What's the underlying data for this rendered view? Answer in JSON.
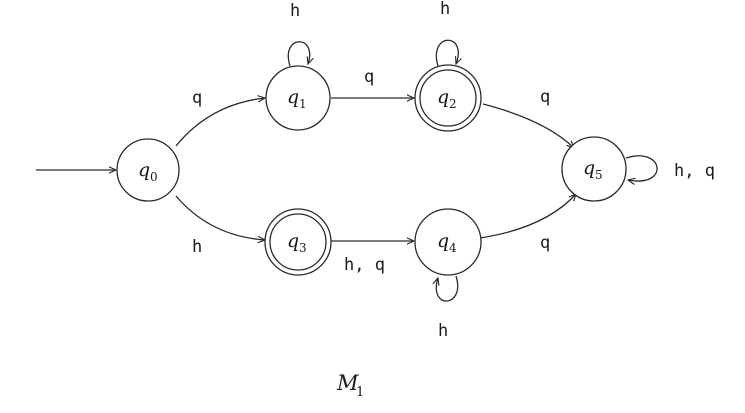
{
  "states": [
    {
      "id": "q0",
      "letter": "q",
      "sub": "0",
      "accepting": false,
      "initial": true
    },
    {
      "id": "q1",
      "letter": "q",
      "sub": "1",
      "accepting": false,
      "initial": false
    },
    {
      "id": "q2",
      "letter": "q",
      "sub": "2",
      "accepting": true,
      "initial": false
    },
    {
      "id": "q3",
      "letter": "q",
      "sub": "3",
      "accepting": true,
      "initial": false
    },
    {
      "id": "q4",
      "letter": "q",
      "sub": "4",
      "accepting": false,
      "initial": false
    },
    {
      "id": "q5",
      "letter": "q",
      "sub": "5",
      "accepting": false,
      "initial": false
    }
  ],
  "transitions": [
    {
      "from": "q0",
      "to": "q1",
      "label": "q"
    },
    {
      "from": "q0",
      "to": "q3",
      "label": "h"
    },
    {
      "from": "q1",
      "to": "q1",
      "label": "h"
    },
    {
      "from": "q1",
      "to": "q2",
      "label": "q"
    },
    {
      "from": "q2",
      "to": "q2",
      "label": "h"
    },
    {
      "from": "q2",
      "to": "q5",
      "label": "q"
    },
    {
      "from": "q3",
      "to": "q4",
      "label": "h, q"
    },
    {
      "from": "q4",
      "to": "q4",
      "label": "h"
    },
    {
      "from": "q4",
      "to": "q5",
      "label": "q"
    },
    {
      "from": "q5",
      "to": "q5",
      "label": "h, q"
    }
  ],
  "machine": {
    "letter": "M",
    "sub": "1"
  }
}
